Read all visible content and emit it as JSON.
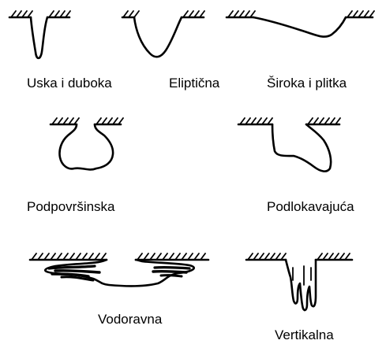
{
  "labels": {
    "uska": "Uska i duboka",
    "elipticna": "Eliptična",
    "siroka": "Široka i plitka",
    "podpovrsinska": "Podpovršinska",
    "podlokavajuca": "Podlokavajuća",
    "vodoravna": "Vodoravna",
    "vertikalna": "Vertikalna"
  },
  "colors": {
    "ink": "#000000",
    "background": "#ffffff"
  }
}
